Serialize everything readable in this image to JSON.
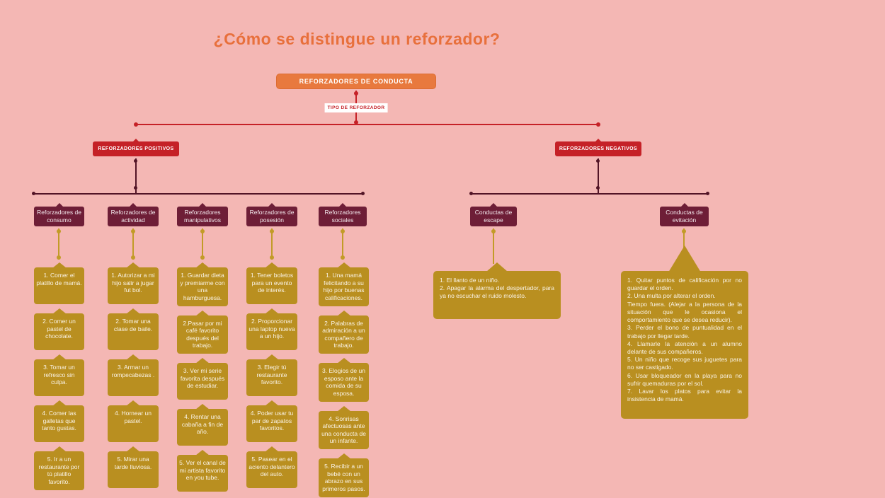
{
  "page": {
    "title": "¿Cómo se distingue un reforzador?"
  },
  "palette": {
    "background": "#f4b7b4",
    "orange": "#e8793e",
    "red": "#c52127",
    "maroon": "#6e1e37",
    "maroon_line": "#521426",
    "gold": "#b98f20",
    "gold_line": "#c29b27"
  },
  "root": {
    "label": "REFORZADORES DE CONDUCTA"
  },
  "connector_label": "TIPO DE REFORZADOR",
  "positive": {
    "label": "REFORZADORES POSITIVOS",
    "groups": [
      {
        "label": "Reforzadores de consumo",
        "items": [
          "1. Comer el platillo de mamá.",
          "2. Comer un pastel de chocolate.",
          "3. Tomar un refresco sin culpa.",
          "4. Comer las galletas que tanto gustas.",
          "5. Ir a un restaurante por tú platillo favorito."
        ]
      },
      {
        "label": "Reforzadores de actividad",
        "items": [
          "1. Autorizar a mi hijo salir a jugar fut bol.",
          "2. Tomar una clase de baile.",
          "3. Armar un rompecabezas .",
          "4. Hornear un pastel.",
          "5. Mirar una tarde lluviosa."
        ]
      },
      {
        "label": "Reforzadores manipulativos",
        "items": [
          "1. Guardar dieta y premiarme con una hamburguesa.",
          "2.Pasar por mi café favorito después del trabajo.",
          "3. Ver mi serie favorita después de estudiar.",
          "4. Rentar una cabaña a fin de año.",
          "5. Ver el canal de mi artista favorito en you tube."
        ]
      },
      {
        "label": "Reforzadores de posesión",
        "items": [
          "1. Tener boletos para un evento de interés.",
          "2. Proporcionar una laptop nueva a un hijo.",
          "3. Elegir tú restaurante favorito.",
          "4. Poder usar tu par de zapatos favoritos.",
          "5. Pasear en el aciento delantero del auto."
        ]
      },
      {
        "label": "Reforzadores sociales",
        "items": [
          "1. Una mamá felicitando a su hijo por buenas calificaciones.",
          "2. Palabras de admiración a un compañero de trabajo.",
          "3. Elogios de un esposo ante la comida de su esposa.",
          "4. Sonrisas afectuosas ante una conducta de un infante.",
          "5. Recibir a un bebé con un abrazo en sus primeros pasos."
        ]
      }
    ]
  },
  "negative": {
    "label": "REFORZADORES NEGATIVOS",
    "groups": [
      {
        "label": "Conductas de escape",
        "items": [
          "1. El llanto de un niño.",
          "2. Apagar la alarma del despertador, para ya no escuchar el ruido molesto."
        ]
      },
      {
        "label": "Conductas de evitación",
        "items": [
          "1. Quitar puntos de calificación por no guardar el orden.",
          "2. Una multa por alterar el orden.",
          "Tiempo fuera. (Alejar a la persona de la situación que le ocasiona el comportamiento que se desea reducir).",
          "3. Perder el bono de puntualidad en el trabajo por llegar tarde.",
          "4. Llamarle la atención a un alumno delante de sus compañeros.",
          "5. Un niño que recoge sus juguetes para no ser castigado.",
          "6. Usar bloqueador en la playa para no sufrir quemaduras por el sol.",
          "7. Lavar los platos para evitar la insistencia de mamá."
        ]
      }
    ]
  }
}
